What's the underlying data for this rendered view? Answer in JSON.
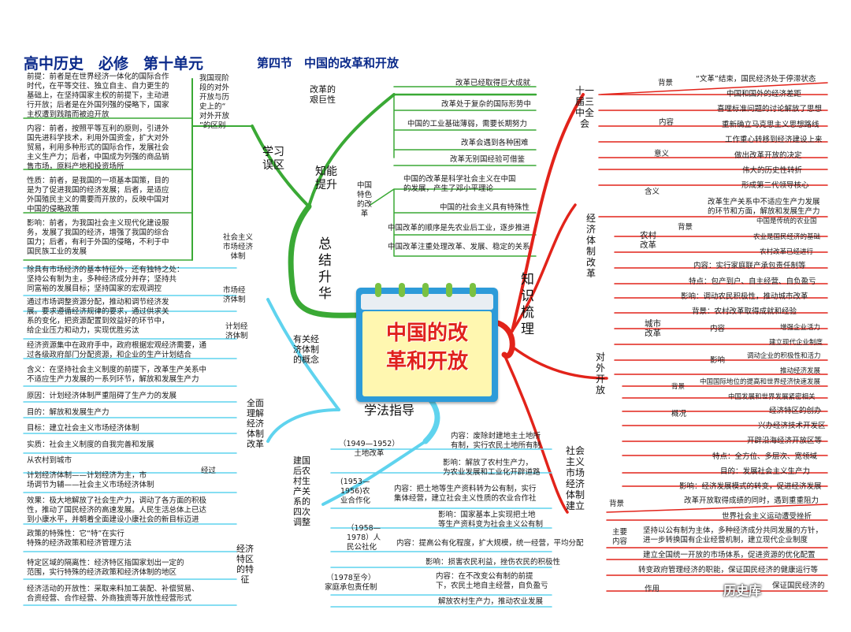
{
  "header": {
    "course": "高中历史　必修　第十单元",
    "section": "第四节　中国的改革和开放"
  },
  "center": {
    "title": "中国的改\n革和开放"
  },
  "main_branches": {
    "summary": "总\n结\n升\n华",
    "knowledge": "知\n识\n梳\n理",
    "method": "学法指导"
  },
  "summary": {
    "learning_mistakes": "学习\n误区",
    "ability": "知能\n提升",
    "mistake_question": "我国现阶\n段的对外\n开放与历\n史上的“\n对外开放\n”的区别",
    "mistake_items": [
      "前提：前者是在世界经济一体化的国际合作\n时代，在平等交往、独立自主、自力更生的\n基础上，在坚持国家主权的前提下，主动进\n行开放；后者是在外国列强的侵略下，国家\n主权遭到践踏而被迫开放",
      "内容：前者，按照平等互利的原则，引进外\n国先进科学技术，利用外国资金，扩大对外\n贸易，利用多种形式的国际合作，发展社会\n主义生产力；后者，中国成为列强的商品销\n售市场，原料产地和投资场所",
      "性质：前者，是我国的一项基本国策，目的\n是为了促进我国的经济发展；后者，是适应\n外国殖民主义的需要而开放的，反映中国对\n中国的侵略政策",
      "影响：前者，为我国社会主义现代化建设服\n务，发展了我国的经济，增强了我国的综合\n国力；后者，有利于外国的侵略，不利于中\n国民族工业的发展"
    ],
    "difficulty_label": "改革的\n艰巨性",
    "difficulty_items": [
      "改革已经取得巨大成就",
      "改革处于复杂的国际形势中",
      "中国的工业基础薄弱，需要长期努力",
      "改革会遇到各种困难",
      "改革无别国经验可借鉴"
    ],
    "features_label": "中国\n特色\n的改\n革",
    "features_items": [
      "中国的改革是科学社会主义在中国\n的发展，产生了邓小平理论",
      "中国的社会主义具有特殊性",
      "中国改革的顺序是先农业后工业，逐步推进",
      "中国改革注重处理改革、发展、稳定的关系"
    ]
  },
  "method": {
    "concepts": "有关经\n济体制\n的概念",
    "market_economy": "社会主义\n市场经济\n体制",
    "market_economy_text": "除具有市场经济的基本特征外，还有独特之处：\n坚持公有制为主，多种经济成分并存；坚持共\n同富裕的发展目标；坚持国家的宏观调控",
    "market_system": "市场经\n济体制",
    "market_system_text": "通过市场调整资源分配，推动和调节经济发\n展。要求遵循经济规律的要求，通过供求关\n系的变化，把资源配置到效益好的环节中，\n给企业压力和动力，实现优胜劣汰",
    "planned": "计划经\n济体制",
    "planned_text": "经济资源集中在政府手中，政府根据宏观经济需要，通\n过各级政府部门分配资源，和企业的生产计划结合",
    "understanding": "全面\n理解\n经济\n体制\n改革",
    "understanding_items": [
      "含义：在坚持社会主义制度的前提下，改革生产关系中\n不适应生产力发展的一系列环节，解放和发展生产力",
      "原因：计划经济体制严重阻碍了生产力的发展",
      "目的：解放和发展生产力",
      "目标：建立社会主义市场经济体制",
      "实质：社会主义制度的自我完善和发展"
    ],
    "process": "经过",
    "process_items": [
      "从农村到城市",
      "计划经济体制——计划经济为主，市\n场调节为辅——社会主义市场经济体制"
    ],
    "effect": "效果：极大地解放了社会生产力，调动了各方面的积极\n性，推动了国民经济的高速发展。人民生活总体上已达\n到小康水平，并朝着全面建设小康社会的新目标迈进",
    "zones": "经济\n特区\n的特\n征",
    "zone_items": [
      "政策的特殊性：它“特”在实行\n特殊的经济政策和经济管理方法",
      "特定区域的隔离性：经济特区指国家划出一定的\n范围，实行特殊的经济政策和经济体制的地区",
      "经济活动的开放性：采取来料加工装配、补偿贸易、\n合资经营、合作经营、外商独资等开放性经营形式"
    ],
    "rural": "建国\n后农\n村生\n产关\n系的\n四次\n调整",
    "stage1": "（1949—1952）\n土地改革",
    "stage1_items": [
      "内容：废除封建地主土地所\n有制，实行农民土地所有制",
      "影响：解放了农村生产力，\n为农业发展和工业化开辟道路"
    ],
    "stage2": "(1953—\n1956)农\n业合作化",
    "stage2_items": [
      "内容：把土地等生产资料转为公有制，实行\n集体经营，建立社会主义性质的农业合作社",
      "影响：国家基本上实现把土地\n等生产资料变为社会主义公有制"
    ],
    "stage3": "（1958—\n1978）人\n民公社化",
    "stage3_items": [
      "内容：提高公有化程度，扩大规模，统一经营，平均分配",
      "影响：损害农民利益，挫伤农民的积极性"
    ],
    "stage4": "（1978至今）\n家庭承包责任制",
    "stage4_items": [
      "内容：在不改变公有制的前提\n下，农民土地自主经营，自负盈亏",
      "解放农村生产力，推动农业发展"
    ]
  },
  "knowledge": {
    "plenum": "十一\n届三\n中全\n会",
    "plenum_background": "背景",
    "plenum_background_items": [
      "“文革”结束，国民经济处于停滞状态",
      "中国和国外的经济差距"
    ],
    "plenum_content": "内容",
    "plenum_content_items": [
      "喜哩标准问题的讨论解放了思想",
      "重新确立马克思主义思想路线",
      "工作重心转移到经济建设上来"
    ],
    "plenum_meaning": "意义",
    "plenum_meaning_items": [
      "做出改革开放的决定",
      "伟大的历史性转折",
      "形成第二代领导核心"
    ],
    "reform": "经\n济\n体\n制\n改\n革",
    "reform_meaning": "含义",
    "reform_meaning_text": "改革生产关系中不适应生产力发展\n的环节和方面，解放和发展生产力",
    "rural_reform": "农村\n改革",
    "rural_background": "背景",
    "rural_background_items": [
      "中国是传统的农业国",
      "农业是国民经济的基础",
      "农村改革已经进行"
    ],
    "rural_other_items": [
      "内容：实行家庭联产承包责任制等",
      "特点：包产到户、自主经营、自负盈亏",
      "影响：调动农民积极性，推动城市改革"
    ],
    "urban_reform": "城市\n改革",
    "urban_background": "背景：农村改革取得成就和经验",
    "urban_content": "内容",
    "urban_content_items": [
      "增强企业活力",
      "建立现代企业制度"
    ],
    "urban_effect": "影响",
    "urban_effect_items": [
      "调动企业的积极性和活力",
      "推动经济发展"
    ],
    "opening": "对\n外\n开\n放",
    "opening_background": "背景",
    "opening_background_items": [
      "中国国际地位的提高和世界经济快速发展",
      "中国发展和世界发展紧密相关"
    ],
    "opening_overview": "概况",
    "opening_overview_items": [
      "经济特区的创办",
      "兴办经济技术开发区",
      "开辟沿海经济开放区等"
    ],
    "opening_other_items": [
      "特点：全方位、多层次、宽领域",
      "目的：发展社会主义生产力",
      "影响：经济发展模式的转变，促进经济发展"
    ],
    "market_build": "社会\n主义\n市场\n经济\n体制\n建立",
    "build_background": "背景",
    "build_background_items": [
      "改革开放取得成绩的同时，遇到重重阻力",
      "世界社会主义运动遭受挫折"
    ],
    "build_main": "主要\n内容",
    "build_main_items": [
      "坚持以公有制为主体，多种经济成分共同发展的方针，\n进一步转换国有企业经营机制，建立现代企业制度",
      "建立全国统一开放的市场体系，促进资源的优化配置",
      "转变政府管理经济的职能，保证国民经济的健康运行等"
    ],
    "build_role": "作用",
    "build_role_items": [
      "保证国民经济的"
    ]
  },
  "watermark": "历史库",
  "colors": {
    "green": "#3aa935",
    "red": "#e2231a",
    "cyan": "#5fd3ee",
    "title": "#0b2a8a"
  }
}
